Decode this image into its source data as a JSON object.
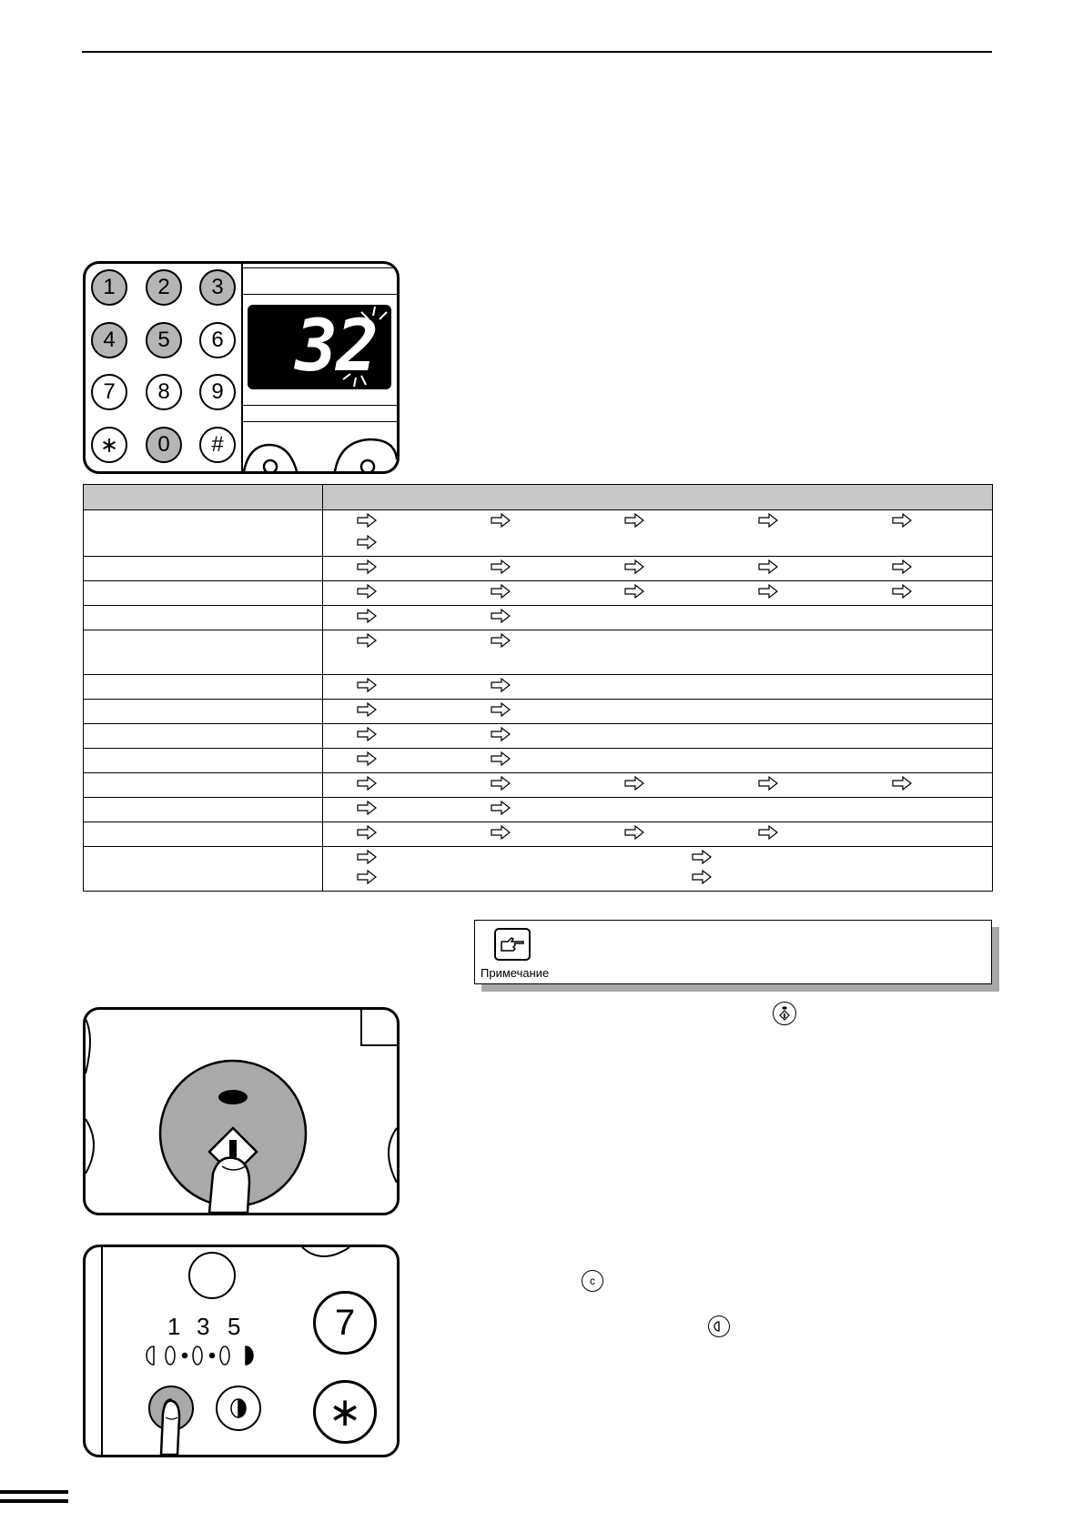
{
  "keypad": {
    "keys": [
      {
        "label": "1",
        "shade": "gray"
      },
      {
        "label": "2",
        "shade": "gray"
      },
      {
        "label": "3",
        "shade": "gray"
      },
      {
        "label": "4",
        "shade": "gray"
      },
      {
        "label": "5",
        "shade": "gray"
      },
      {
        "label": "6",
        "shade": "white"
      },
      {
        "label": "7",
        "shade": "white"
      },
      {
        "label": "8",
        "shade": "white"
      },
      {
        "label": "9",
        "shade": "white"
      },
      {
        "label": "∗",
        "shade": "white"
      },
      {
        "label": "0",
        "shade": "gray"
      },
      {
        "label": "#",
        "shade": "white"
      }
    ],
    "display_value": "32"
  },
  "table": {
    "rows_arrow_count": [
      6,
      5,
      5,
      2,
      2,
      2,
      2,
      2,
      2,
      5,
      2,
      4,
      4
    ]
  },
  "note": {
    "label": "Примечание"
  },
  "exposure_panel": {
    "scale_labels": [
      "1",
      "3",
      "5"
    ],
    "key_seven": "7",
    "key_star": "∗"
  },
  "colors": {
    "gray_key": "#b5b5b5",
    "table_header": "#c8c8c8",
    "start_button": "#a9a9a9"
  }
}
